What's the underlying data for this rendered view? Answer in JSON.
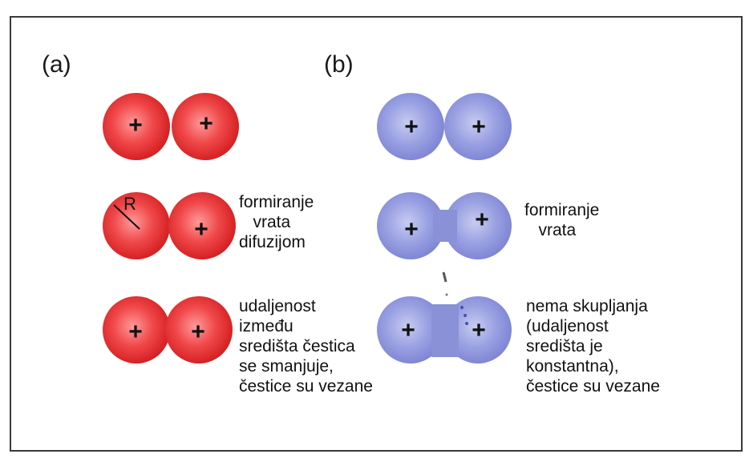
{
  "panels": {
    "a": {
      "label": "(a)"
    },
    "b": {
      "label": "(b)"
    }
  },
  "particle_sign": "+",
  "radius_label": "R",
  "captions": {
    "a_row2": "formiranje\n   vrata\ndifuzijom",
    "a_row3": "udaljenost\nizmeđu\nsredišta čestica\nse smanjuje,\nčestice su vezane",
    "b_row2": "formiranje\n   vrata",
    "b_row3": "nema skupljanja\n(udaljenost\nsredišta je\nkonstantna),\nčestice su vezane"
  },
  "colors": {
    "panel_a_particle": "#d62224",
    "panel_b_particle": "#7c83d3"
  }
}
